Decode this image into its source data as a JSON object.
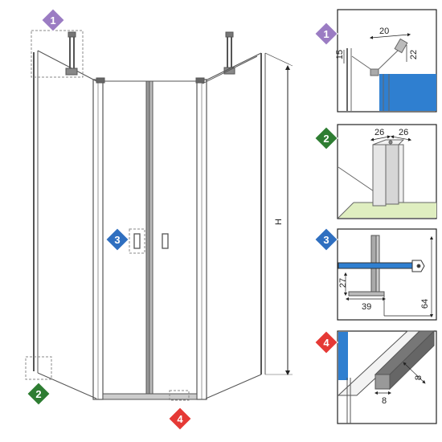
{
  "height_label": "H",
  "colors": {
    "purple": "#9b7cc3",
    "green": "#2e7d32",
    "blue": "#2f6fc0",
    "red": "#e53935",
    "glass_blue": "#2f7fd0",
    "floor_green": "#dfeec0"
  },
  "callouts": [
    {
      "number": "1",
      "color_key": "purple"
    },
    {
      "number": "2",
      "color_key": "green"
    },
    {
      "number": "3",
      "color_key": "blue"
    },
    {
      "number": "4",
      "color_key": "red"
    }
  ],
  "detail1": {
    "dim_top": "20",
    "dim_left": "15",
    "dim_right": "22"
  },
  "detail2": {
    "dim_a": "26",
    "dim_b": "26"
  },
  "detail3": {
    "dim_height": "27",
    "dim_width": "39",
    "dim_total": "64"
  },
  "detail4": {
    "dim_height": "8",
    "dim_width": "8"
  }
}
